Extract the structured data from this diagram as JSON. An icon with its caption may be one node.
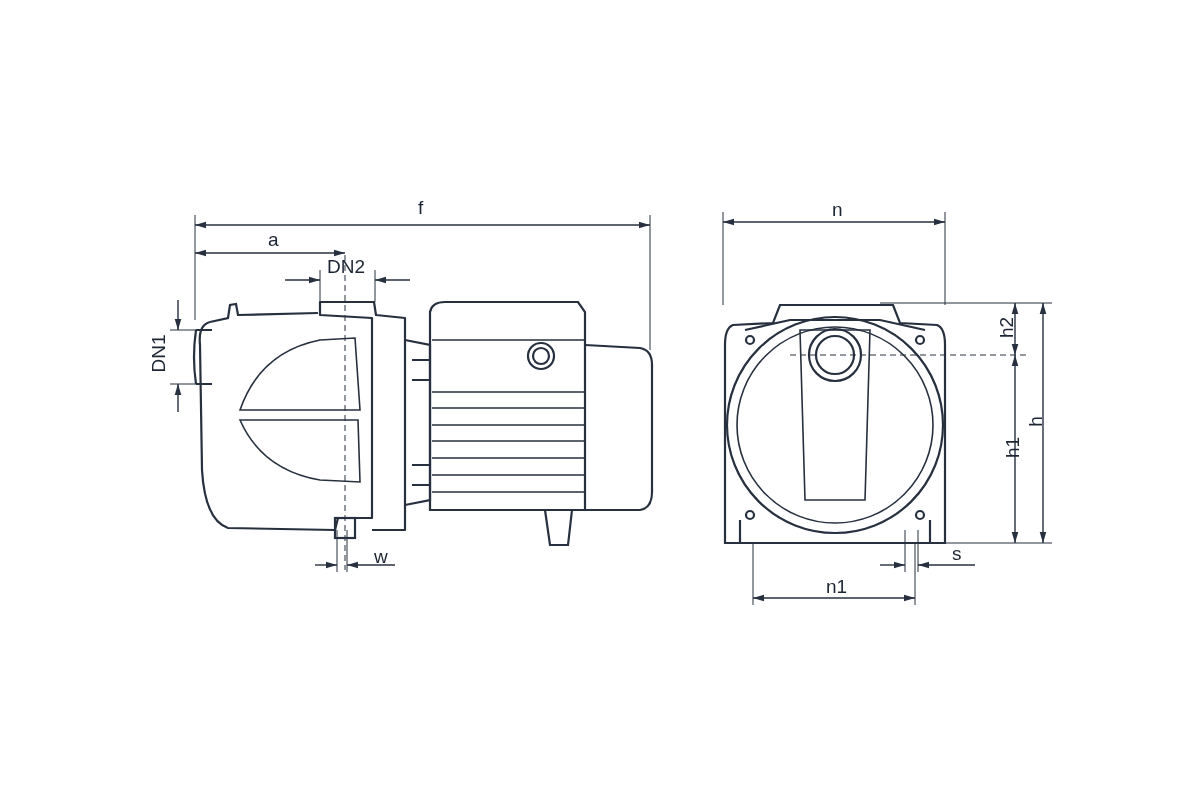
{
  "diagram": {
    "labels": [
      "f",
      "n",
      "a",
      "DN2",
      "h2",
      "DN1",
      "h",
      "h1",
      "s",
      "w",
      "n1"
    ]
  }
}
